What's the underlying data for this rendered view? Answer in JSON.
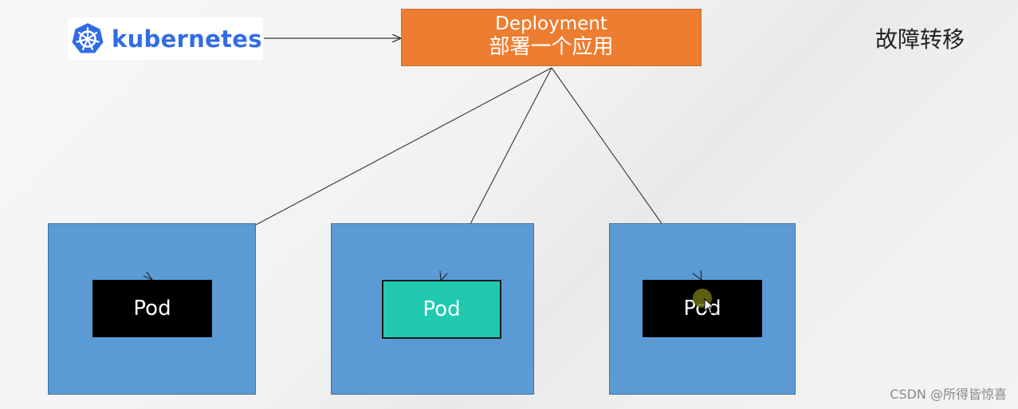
{
  "logo": {
    "icon": "kubernetes-helm-icon",
    "text": "kubernetes",
    "color": "#326ce5"
  },
  "deployment": {
    "title": "Deployment",
    "subtitle": "部署一个应用",
    "color": "#ed7d31"
  },
  "side_title": "故障转移",
  "nodes": [
    {
      "color": "#5b9bd5",
      "pod": {
        "label": "Pod",
        "color": "#000000"
      }
    },
    {
      "color": "#5b9bd5",
      "pod": {
        "label": "Pod",
        "color": "#20c9b0"
      }
    },
    {
      "color": "#5b9bd5",
      "pod": {
        "label": "Pod",
        "color": "#000000"
      }
    }
  ],
  "watermark": "CSDN @所得皆惊喜"
}
